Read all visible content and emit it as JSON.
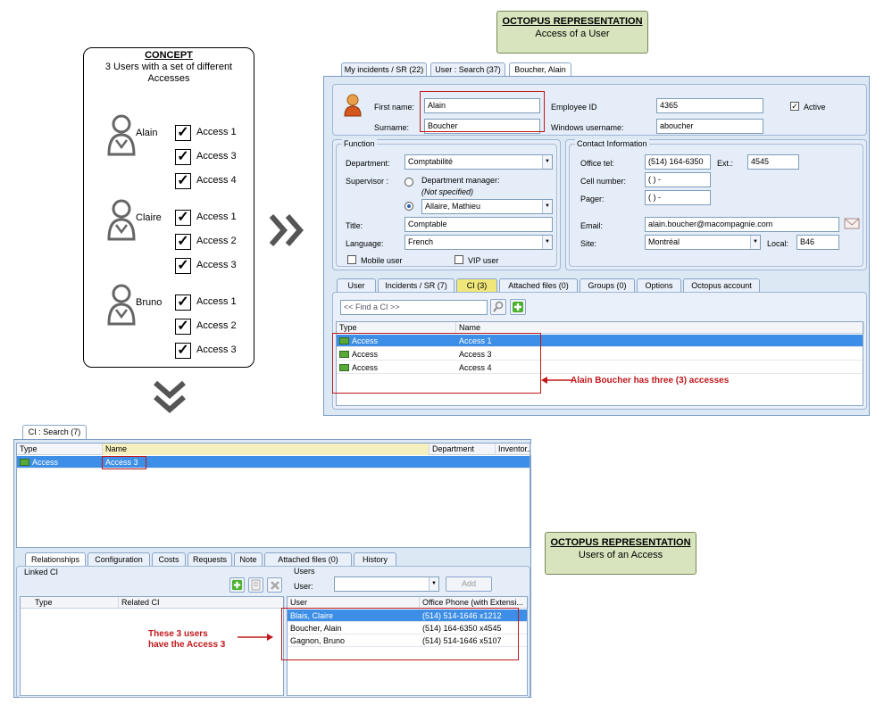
{
  "callout_top": {
    "heading": "OCTOPUS REPRESENTATION",
    "sub": "Access of a User"
  },
  "callout_bottom": {
    "heading": "OCTOPUS REPRESENTATION",
    "sub": "Users of an Access"
  },
  "concept": {
    "title": "CONCEPT",
    "subtitle": "3 Users with a set of different Accesses",
    "users": [
      {
        "name": "Alain",
        "accesses": [
          "Access 1",
          "Access 3",
          "Access 4"
        ]
      },
      {
        "name": "Claire",
        "accesses": [
          "Access 1",
          "Access 2",
          "Access 3"
        ]
      },
      {
        "name": "Bruno",
        "accesses": [
          "Access 1",
          "Access 2",
          "Access 3"
        ]
      }
    ]
  },
  "user_window": {
    "tabs": [
      "My incidents / SR (22)",
      "User : Search (37)",
      "Boucher, Alain"
    ],
    "first_name_label": "First name:",
    "first_name": "Alain",
    "surname_label": "Surname:",
    "surname": "Boucher",
    "employee_id_label": "Employee ID",
    "employee_id": "4365",
    "windows_username_label": "Windows username:",
    "windows_username": "aboucher",
    "active_label": "Active",
    "active": true,
    "function": {
      "legend": "Function",
      "department_label": "Department:",
      "department": "Comptabilité",
      "supervisor_label": "Supervisor :",
      "dept_manager_label": "Department manager:",
      "dept_manager_value": "(Not specified)",
      "supervisor": "Allaire, Mathieu",
      "title_label": "Title:",
      "title": "Comptable",
      "language_label": "Language:",
      "language": "French",
      "mobile_user_label": "Mobile user",
      "vip_user_label": "VIP user"
    },
    "contact": {
      "legend": "Contact Information",
      "office_tel_label": "Office tel:",
      "office_tel": "(514) 164-6350",
      "ext_label": "Ext.:",
      "ext": "4545",
      "cell_label": "Cell number:",
      "cell": "(  )   -",
      "pager_label": "Pager:",
      "pager": "(  )   -",
      "email_label": "Email:",
      "email": "alain.boucher@macompagnie.com",
      "site_label": "Site:",
      "site": "Montréal",
      "local_label": "Local:",
      "local": "B46"
    },
    "lower_tabs": [
      "User",
      "Incidents / SR (7)",
      "CI (3)",
      "Attached files (0)",
      "Groups (0)",
      "Options",
      "Octopus account"
    ],
    "find_placeholder": "<< Find a CI >>",
    "grid": {
      "columns": [
        "Type",
        "Name"
      ],
      "rows": [
        {
          "type": "Access",
          "name": "Access 1"
        },
        {
          "type": "Access",
          "name": "Access 3"
        },
        {
          "type": "Access",
          "name": "Access 4"
        }
      ]
    },
    "annotation": "Alain Boucher has three (3) accesses"
  },
  "ci_window": {
    "tab": "CI : Search (7)",
    "columns": [
      "Type",
      "Name",
      "Department",
      "Inventor..."
    ],
    "rows": [
      {
        "type": "Access",
        "name": "Access 3"
      }
    ],
    "lower_tabs": [
      "Relationships",
      "Configuration",
      "Costs",
      "Requests",
      "Note",
      "Attached files (0)",
      "History"
    ],
    "linked_ci_legend": "Linked CI",
    "linked_columns": [
      "Type",
      "Related CI"
    ],
    "users_legend": "Users",
    "user_label": "User:",
    "add_label": "Add",
    "users_columns": [
      "User",
      "Office Phone (with Extensi..."
    ],
    "users_rows": [
      {
        "user": "Blais, Claire",
        "phone": "(514) 514-1646 x1212"
      },
      {
        "user": "Boucher, Alain",
        "phone": "(514) 164-6350 x4545"
      },
      {
        "user": "Gagnon, Bruno",
        "phone": "(514) 514-1646 x5107"
      }
    ],
    "annotation_line1": "These 3 users",
    "annotation_line2": "have the Access 3"
  },
  "colors": {
    "accent_red": "#c0181b",
    "selection_blue": "#3d8ee6",
    "callout_green": "#d7e4bd"
  }
}
